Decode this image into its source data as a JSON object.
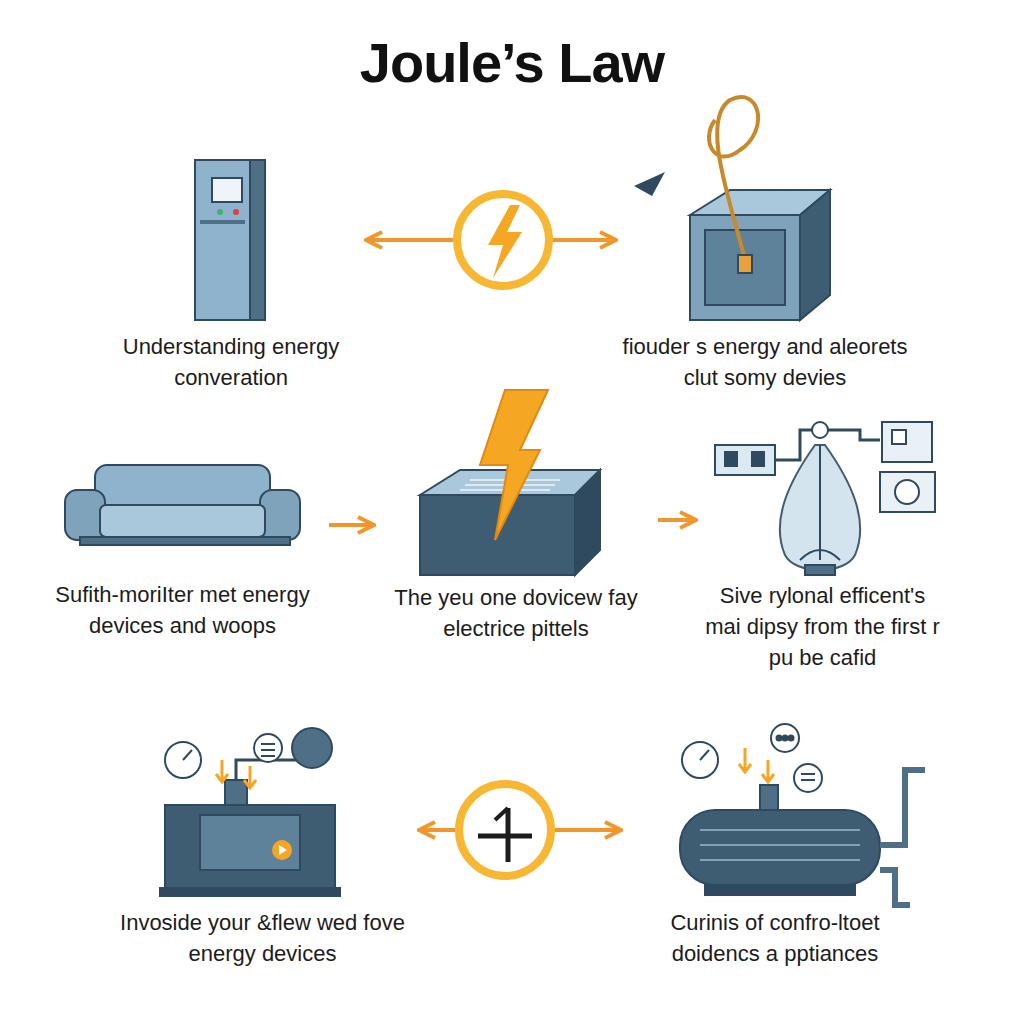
{
  "diagram": {
    "title": "Joule’s Law",
    "nodes": [
      {
        "text": [
          "Understanding energy converation"
        ]
      },
      {
        "text": [
          "fiouder s energy and aleorets clut somy devies"
        ]
      },
      {
        "text": [
          "Sufith-moriIter met energy devices and woops"
        ]
      },
      {
        "text": [
          "The yeu one dovicew fay electrice pittels"
        ]
      },
      {
        "text": [
          "Sive rylonal efficent's mai dipsy from the first r pu be cafid"
        ]
      },
      {
        "text": [
          "Invoside your &flew wed fove energy devices"
        ]
      },
      {
        "text": [
          "Curinis of confro-ltoet doidencs a pptiances"
        ]
      }
    ],
    "edges": [
      {
        "from": 0,
        "to": 1,
        "arrow": "both"
      },
      {
        "from": 2,
        "to": 3,
        "arrow": "to"
      },
      {
        "from": 3,
        "to": 4,
        "arrow": "to"
      },
      {
        "from": 5,
        "to": 6,
        "arrow": "both"
      }
    ]
  }
}
